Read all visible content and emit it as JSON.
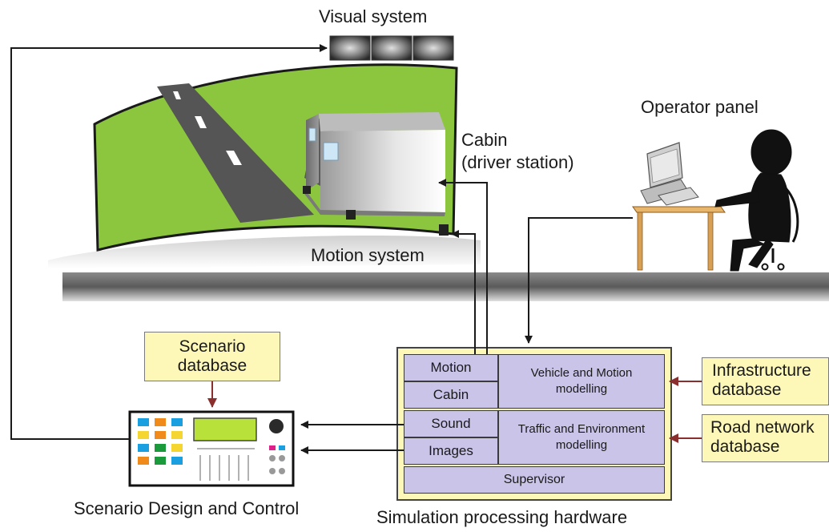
{
  "labels": {
    "visual_system": "Visual system",
    "operator_panel": "Operator panel",
    "cabin_line1": "Cabin",
    "cabin_line2": "(driver station)",
    "motion_system": "Motion system",
    "scenario_design": "Scenario Design and Control",
    "simulation_hardware": "Simulation processing hardware"
  },
  "scenario_db": {
    "line1": "Scenario",
    "line2": "database"
  },
  "infrastructure_db": {
    "line1": "Infrastructure",
    "line2": "database"
  },
  "road_network_db": {
    "line1": "Road network",
    "line2": "database"
  },
  "hardware_blocks": {
    "motion": "Motion",
    "cabin": "Cabin",
    "sound": "Sound",
    "images": "Images",
    "vehicle_line1": "Vehicle and Motion",
    "vehicle_line2": "modelling",
    "traffic_line1": "Traffic and Environment",
    "traffic_line2": "modelling",
    "supervisor": "Supervisor"
  },
  "colors": {
    "screen_green": "#8cc63f",
    "road": "#555555",
    "floor": "#6e6e6e",
    "yellow_box": "#fdf7b8",
    "block_fill": "#c9c4e8",
    "db_arrow": "#8b2e2e",
    "line": "#1a1a1a"
  }
}
